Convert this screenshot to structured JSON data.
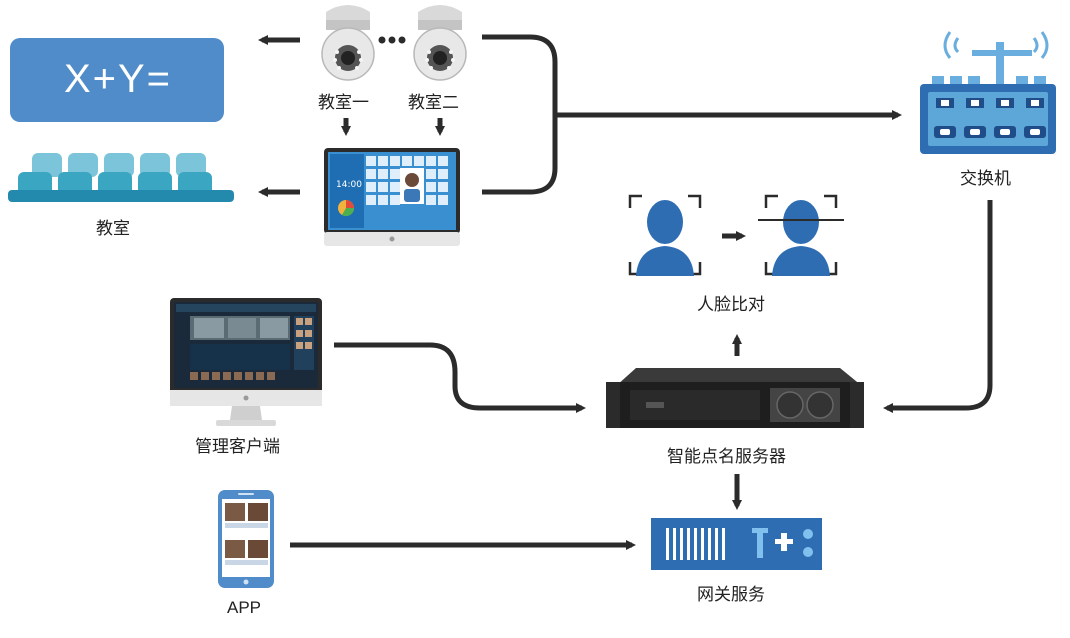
{
  "board": {
    "equation": "X+Y="
  },
  "labels": {
    "classroom": "教室",
    "camera1": "教室一",
    "camera2": "教室二",
    "switch": "交换机",
    "face_compare": "人脸比对",
    "client": "管理客户端",
    "server": "智能点名服务器",
    "app": "APP",
    "gateway": "网关服务"
  },
  "terminal": {
    "time": "14:00"
  },
  "colors": {
    "arrow": "#2b2b2b",
    "blue": "#2f6db3",
    "light_blue": "#5da6d8",
    "seat_teal": "#3aa6c2",
    "dark_navy": "#1e4d8a",
    "board": "#4f8cc9"
  },
  "icons": {
    "camera": "ptz-dome-camera-icon",
    "switch": "network-switch-icon",
    "face": "face-silhouette-icon",
    "server": "rack-server-icon",
    "gateway": "gateway-appliance-icon",
    "monitor": "desktop-monitor-icon",
    "phone": "mobile-phone-icon",
    "seats": "classroom-seats-icon"
  }
}
